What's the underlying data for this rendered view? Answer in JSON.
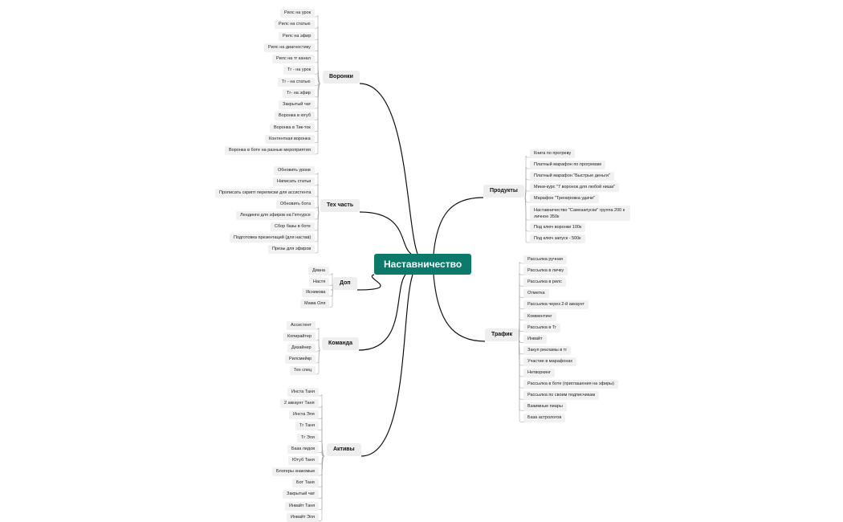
{
  "root": {
    "label": "Наставничество"
  },
  "branches": [
    {
      "id": "voronki",
      "label": "Воронки",
      "side": "left",
      "items": [
        "Рилс на урок",
        "Рилс на статью",
        "Рилс на эфир",
        "Рилс на диагностику",
        "Рилс на тг канал",
        "Тг - на урок",
        "Тг - на статью",
        "Тг- на эфир",
        "Закрытый чат",
        "Воронка в ютуб",
        "Воронка в Тик-ток",
        "Контентная воронка",
        "Воронка в боте на разные мероприятия"
      ]
    },
    {
      "id": "tech",
      "label": "Тех часть",
      "side": "left",
      "items": [
        "Обновить уроки",
        "Написать статьи",
        "Прописать скрипт переписки для ассистента",
        "Обновить бота",
        "Лендинги для эфиров на Гетнурсе",
        "Сбор базы в боте",
        "Подготовка презентаций (для настав)",
        "Презы для эфиров"
      ]
    },
    {
      "id": "dop",
      "label": "Доп",
      "side": "left",
      "items": [
        "Диана",
        "Настя",
        "Ясникова",
        "Мама Оля"
      ]
    },
    {
      "id": "team",
      "label": "Команда",
      "side": "left",
      "items": [
        "Ассистент",
        "Копирайтер",
        "Дизайнер",
        "Рилсмейкр",
        "Тех спец"
      ]
    },
    {
      "id": "assets",
      "label": "Активы",
      "side": "left",
      "items": [
        "Инста Таня",
        "2 аккаунт Таня",
        "Инста Эля",
        "Тг Таня",
        "Тг Эля",
        "База лидов",
        "Ютуб Таня",
        "Блогеры знакомые",
        "Бот Таня",
        "Закрытый чат",
        "Инвайт Таня",
        "Инвайт Эля"
      ]
    },
    {
      "id": "products",
      "label": "Продукты",
      "side": "right",
      "items": [
        "Книга по прогреву",
        "Платный марафон по прогревам",
        "Платный марафон \"Быстрые деньги\"",
        "Мини-курс \"7 воронок для любой ниши\"",
        "Марафон \"Тренировка удачи\"",
        "Наставничество \"Самозапуски\" группа 200 к личное 350к",
        "Под ключ воронки 100к",
        "Под ключ запуск - 500к"
      ]
    },
    {
      "id": "traffic",
      "label": "Трафик",
      "side": "right",
      "items": [
        "Рассылка ручная",
        "Рассылка в личку",
        "Рассылка в рилс",
        "Отметка",
        "Рассылка через 2-й аккаунт",
        "Комментинг",
        "Рассылка в Тг",
        "Инвайт",
        "Закуп рекламы в тг",
        "Участие в марафонах",
        "Нетворкинг",
        "Рассылка в боте (приглашения на эфиры)",
        "Рассылка по своим подписчикам",
        "Взаимные пиары",
        "База астрологов"
      ]
    }
  ],
  "colors": {
    "root_bg": "#0b7a6a",
    "root_text": "#ffffff",
    "line": "#111111",
    "leaf_line": "#aaaaaa",
    "node_bg": "#eeeeee"
  }
}
